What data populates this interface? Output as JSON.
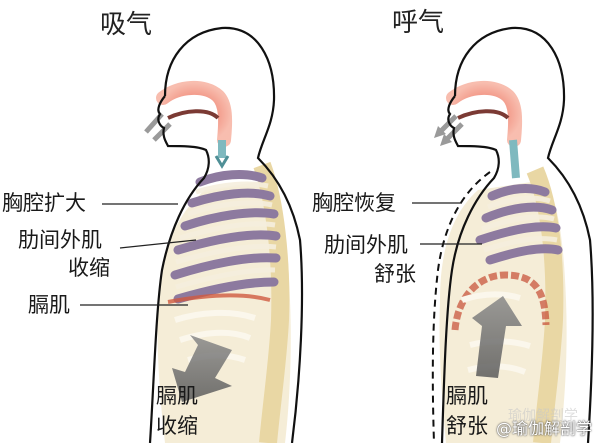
{
  "panels": [
    {
      "title": "吸气",
      "labels": {
        "chest": "胸腔扩大",
        "intercostal_line1": "肋间外肌",
        "intercostal_line2": "收缩",
        "diaphragm": "膈肌",
        "diaphragm_state_line1": "膈肌",
        "diaphragm_state_line2": "收缩"
      }
    },
    {
      "title": "呼气",
      "labels": {
        "chest": "胸腔恢复",
        "intercostal_line1": "肋间外肌",
        "intercostal_line2": "舒张",
        "diaphragm_state_line1": "膈肌",
        "diaphragm_state_line2": "舒张"
      }
    }
  ],
  "watermark": {
    "text": "@瑜伽解剖学",
    "ghost_text": "瑜伽解剖学"
  },
  "colors": {
    "outline": "#111111",
    "airway_red": "#d9483a",
    "airway_pink": "#f2a08c",
    "trachea_teal": "#7fb9bf",
    "lung_purple": "#8e7a9c",
    "rib_cream": "#efe2bd",
    "spine_cream": "#e8d6a5",
    "diaphragm_red": "#c8553d",
    "arrow_gray": "#6b6b6b"
  }
}
